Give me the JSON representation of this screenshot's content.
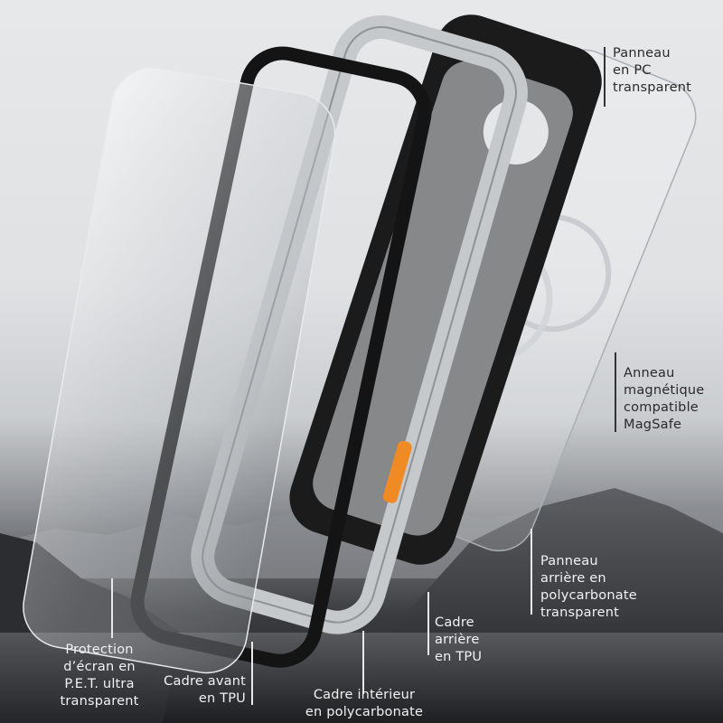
{
  "image": {
    "description": "Exploded view of a waterproof phone case with component labels",
    "accent_color": "#f08a24"
  },
  "components": [
    {
      "id": "pc-panel",
      "lines": [
        "Panneau",
        "en PC",
        "transparent"
      ]
    },
    {
      "id": "magnetic-ring",
      "lines": [
        "Anneau",
        "magnétique",
        "compatible",
        "MagSafe"
      ]
    },
    {
      "id": "back-panel",
      "lines": [
        "Panneau",
        "arrière en",
        "polycarbonate",
        "transparent"
      ]
    },
    {
      "id": "back-frame",
      "lines": [
        "Cadre",
        "arrière",
        "en TPU"
      ]
    },
    {
      "id": "inner-frame",
      "lines": [
        "Cadre intérieur",
        "en polycarbonate"
      ]
    },
    {
      "id": "front-frame",
      "lines": [
        "Cadre avant",
        "en TPU"
      ]
    },
    {
      "id": "screen-protector",
      "lines": [
        "Protection",
        "d’écran en",
        "P.E.T. ultra",
        "transparent"
      ]
    }
  ]
}
